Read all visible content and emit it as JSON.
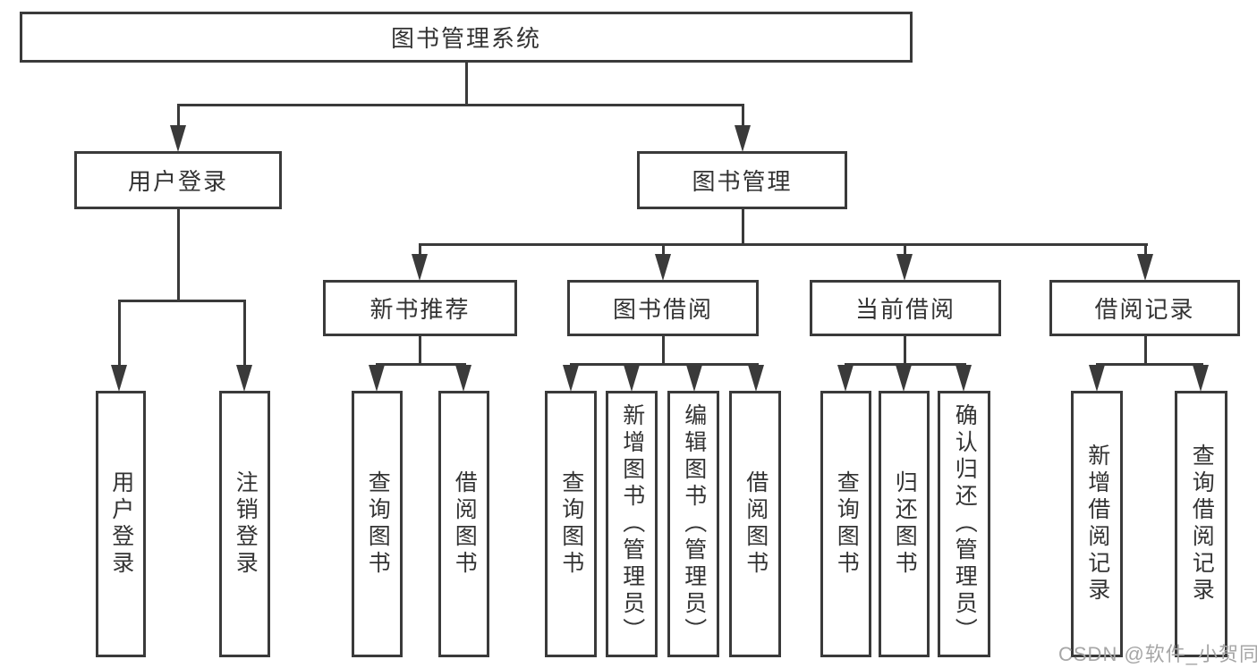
{
  "diagram": {
    "root": {
      "label": "图书管理系统"
    },
    "branches": [
      {
        "label": "用户登录",
        "children": [
          {
            "label": "用户登录"
          },
          {
            "label": "注销登录"
          }
        ]
      },
      {
        "label": "图书管理",
        "children": [
          {
            "label": "新书推荐",
            "children": [
              {
                "label": "查询图书"
              },
              {
                "label": "借阅图书"
              }
            ]
          },
          {
            "label": "图书借阅",
            "children": [
              {
                "label": "查询图书"
              },
              {
                "label": "新增图书（管理员）"
              },
              {
                "label": "编辑图书（管理员）"
              },
              {
                "label": "借阅图书"
              }
            ]
          },
          {
            "label": "当前借阅",
            "children": [
              {
                "label": "查询图书"
              },
              {
                "label": "归还图书"
              },
              {
                "label": "确认归还（管理员）"
              }
            ]
          },
          {
            "label": "借阅记录",
            "children": [
              {
                "label": "新增借阅记录"
              },
              {
                "label": "查询借阅记录"
              }
            ]
          }
        ]
      }
    ],
    "watermark": "CSDN @软件_小贺同学",
    "colors": {
      "line": "#3a3a3a",
      "text": "#333333",
      "watermark": "#a6a6a6",
      "background": "#ffffff"
    }
  }
}
